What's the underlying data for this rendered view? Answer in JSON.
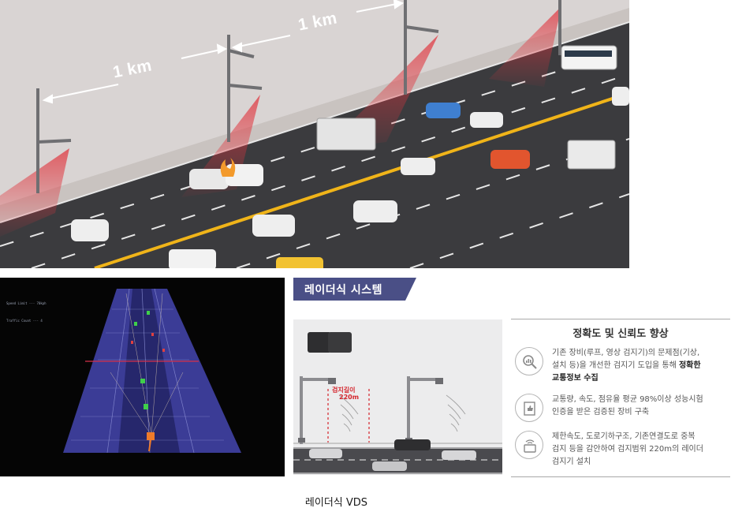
{
  "highway": {
    "distance_label_1": "1 km",
    "distance_label_2": "1 km"
  },
  "radar_screen": {
    "speed_text": "Speed Limit --- 70kph",
    "count_text": "Traffic Count --- 4"
  },
  "system": {
    "title": "레이더식 시스템",
    "range_label_line1": "검지길이",
    "range_label_line2": "220m"
  },
  "info": {
    "heading": "정확도 및 신뢰도 향상",
    "items": [
      {
        "icon": "magnifier-chart-icon",
        "line1": "기존 장비(루프, 영상 검지기)의 문제점(기상,",
        "line2": "설치 등)을 개선한 검지기 도입을 통해 ",
        "line2_bold": "정확한",
        "line3_bold": "교통정보 수집"
      },
      {
        "icon": "certificate-thumb-icon",
        "line1": "교통량, 속도, 점유율 평균 98%이상 성능시험",
        "line2": "인증을 받은 검증된 장비 구축"
      },
      {
        "icon": "radar-device-icon",
        "line1": "제한속도, 도로기하구조, 기존연결도로 중복",
        "line2": "검지 등을 감안하여 검지범위 220m의 레이더",
        "line3": "검지기 설치"
      }
    ]
  },
  "caption": "레이더식 VDS",
  "colors": {
    "radar_beam": "#e0343d",
    "road": "#3a3a3d",
    "center_line": "#f0b419",
    "banner": "#4a4f86",
    "lane_panel": "#3e3f9e"
  }
}
